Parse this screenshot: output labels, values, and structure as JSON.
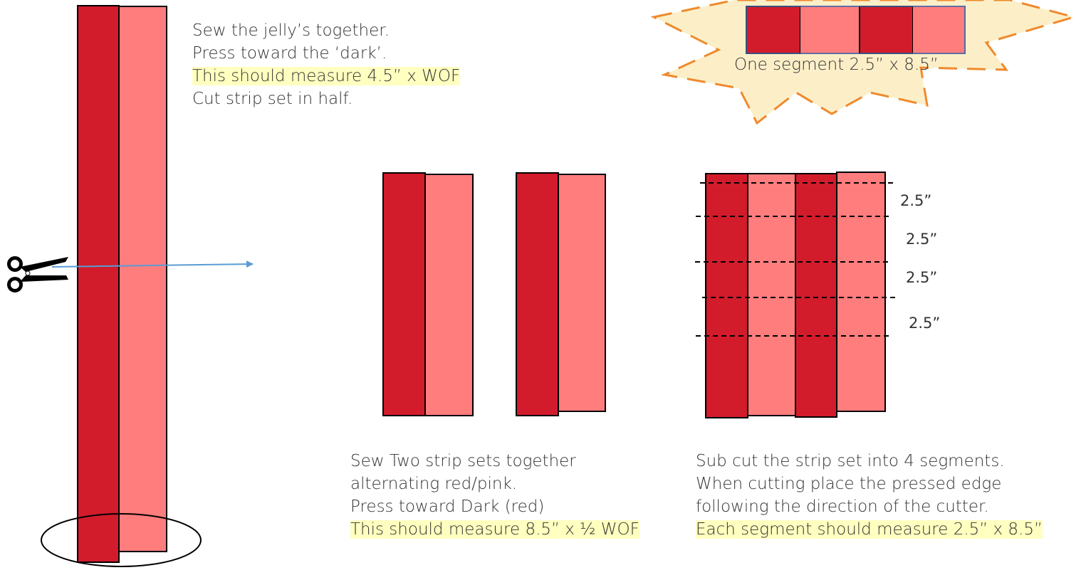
{
  "colors": {
    "dark_red": "#d21c2b",
    "pink": "#ff7d7d",
    "starburst_fill": "#fcefc8",
    "starburst_outline": "#ef8a2e",
    "arrow": "#5b9bd5",
    "highlight": "#ffffc0"
  },
  "icons": {
    "scissors": "scissors-icon"
  },
  "step1": {
    "line1": "Sew the jelly’s together.",
    "line2": "Press toward the ‘dark’.",
    "line3": "This should measure 4.5” x  WOF",
    "line4": "Cut strip set in half."
  },
  "starburst": {
    "label": "One segment 2.5” x 8.5”"
  },
  "step2": {
    "line1": "Sew Two strip sets together",
    "line2": "alternating red/pink.",
    "line3": "Press toward Dark (red)",
    "line4": "This should measure 8.5” x ½ WOF"
  },
  "step3": {
    "line1": "Sub cut the strip set into 4 segments.",
    "line2": "When cutting place the pressed edge",
    "line3": "following the direction of the cutter.",
    "line4": "Each segment should measure 2.5” x 8.5”"
  },
  "segment_labels": [
    "2.5”",
    "2.5”",
    "2.5”",
    "2.5”"
  ]
}
